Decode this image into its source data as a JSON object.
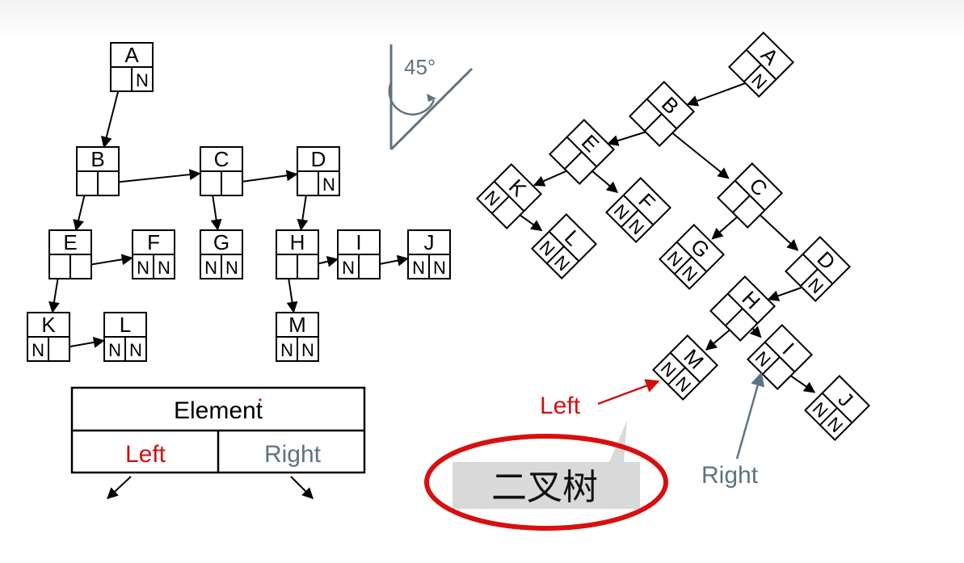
{
  "nodes": {
    "A": {
      "label": "A",
      "left": "",
      "right": "N"
    },
    "B": {
      "label": "B",
      "left": "",
      "right": ""
    },
    "C": {
      "label": "C",
      "left": "",
      "right": ""
    },
    "D": {
      "label": "D",
      "left": "",
      "right": "N"
    },
    "E": {
      "label": "E",
      "left": "",
      "right": ""
    },
    "F": {
      "label": "F",
      "left": "N",
      "right": "N"
    },
    "G": {
      "label": "G",
      "left": "N",
      "right": "N"
    },
    "H": {
      "label": "H",
      "left": "",
      "right": ""
    },
    "I": {
      "label": "I",
      "left": "N",
      "right": ""
    },
    "J": {
      "label": "J",
      "left": "N",
      "right": "N"
    },
    "K": {
      "label": "K",
      "left": "N",
      "right": ""
    },
    "L": {
      "label": "L",
      "left": "N",
      "right": "N"
    },
    "M": {
      "label": "M",
      "left": "N",
      "right": "N"
    }
  },
  "tree_edges": [
    [
      "A",
      "B"
    ],
    [
      "B",
      "E"
    ],
    [
      "B",
      "C"
    ],
    [
      "C",
      "G"
    ],
    [
      "C",
      "D"
    ],
    [
      "D",
      "H"
    ],
    [
      "E",
      "K"
    ],
    [
      "E",
      "F"
    ],
    [
      "H",
      "M"
    ],
    [
      "H",
      "I"
    ],
    [
      "I",
      "J"
    ],
    [
      "K",
      "L"
    ]
  ],
  "angle_label": "45°",
  "legend": {
    "element": "Element",
    "left": "Left",
    "right": "Right"
  },
  "annotations": {
    "left": "Left",
    "right": "Right",
    "bubble": "二叉树"
  },
  "colors": {
    "left_accent": "#d01010",
    "right_accent": "#5f7382",
    "ellipse": "#d80f0f",
    "bubble": "#d9d9d9"
  }
}
